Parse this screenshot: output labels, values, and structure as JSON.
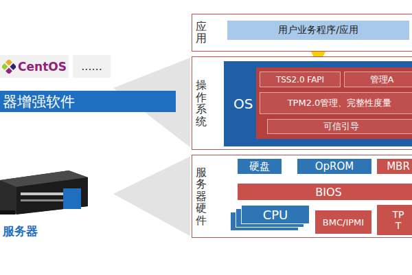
{
  "diagram": {
    "nodes": [
      {
        "text": [
          "CentOS"
        ]
      },
      {
        "text": [
          "......"
        ]
      },
      {
        "text": [
          "器增强软件"
        ]
      },
      {
        "text": [
          "应用"
        ]
      },
      {
        "text": [
          "用户业务程序/应用"
        ],
        "in": 3
      },
      {
        "text": [
          "操作系统"
        ]
      },
      {
        "text": [
          "OS"
        ],
        "in": 5
      },
      {
        "text": [
          "TSS2.0 FAPI"
        ],
        "in": 6
      },
      {
        "text": [
          "管理A"
        ],
        "in": 6
      },
      {
        "text": [
          "TPM2.0管理、完整性度量"
        ],
        "in": 6
      },
      {
        "text": [
          "可信引导"
        ],
        "in": 6
      },
      {
        "text": [
          "服务器硬件"
        ]
      },
      {
        "text": [
          "硬盘"
        ],
        "in": 11
      },
      {
        "text": [
          "OpROM"
        ],
        "in": 11
      },
      {
        "text": [
          "MBR"
        ],
        "in": 11
      },
      {
        "text": [
          "BIOS"
        ],
        "in": 11
      },
      {
        "text": [
          "CPU"
        ],
        "in": 11
      },
      {
        "text": [
          "BMC/IPMI"
        ],
        "in": 11
      },
      {
        "text": [
          "TP T"
        ],
        "in": 11
      }
    ],
    "edges": [
      {
        "from": 4,
        "to": 6,
        "arrow": "both"
      },
      {
        "from": 15,
        "to": 12,
        "arrow": "to"
      },
      {
        "from": 15,
        "to": 13,
        "arrow": "to"
      }
    ],
    "labels": [
      "服务器"
    ]
  }
}
